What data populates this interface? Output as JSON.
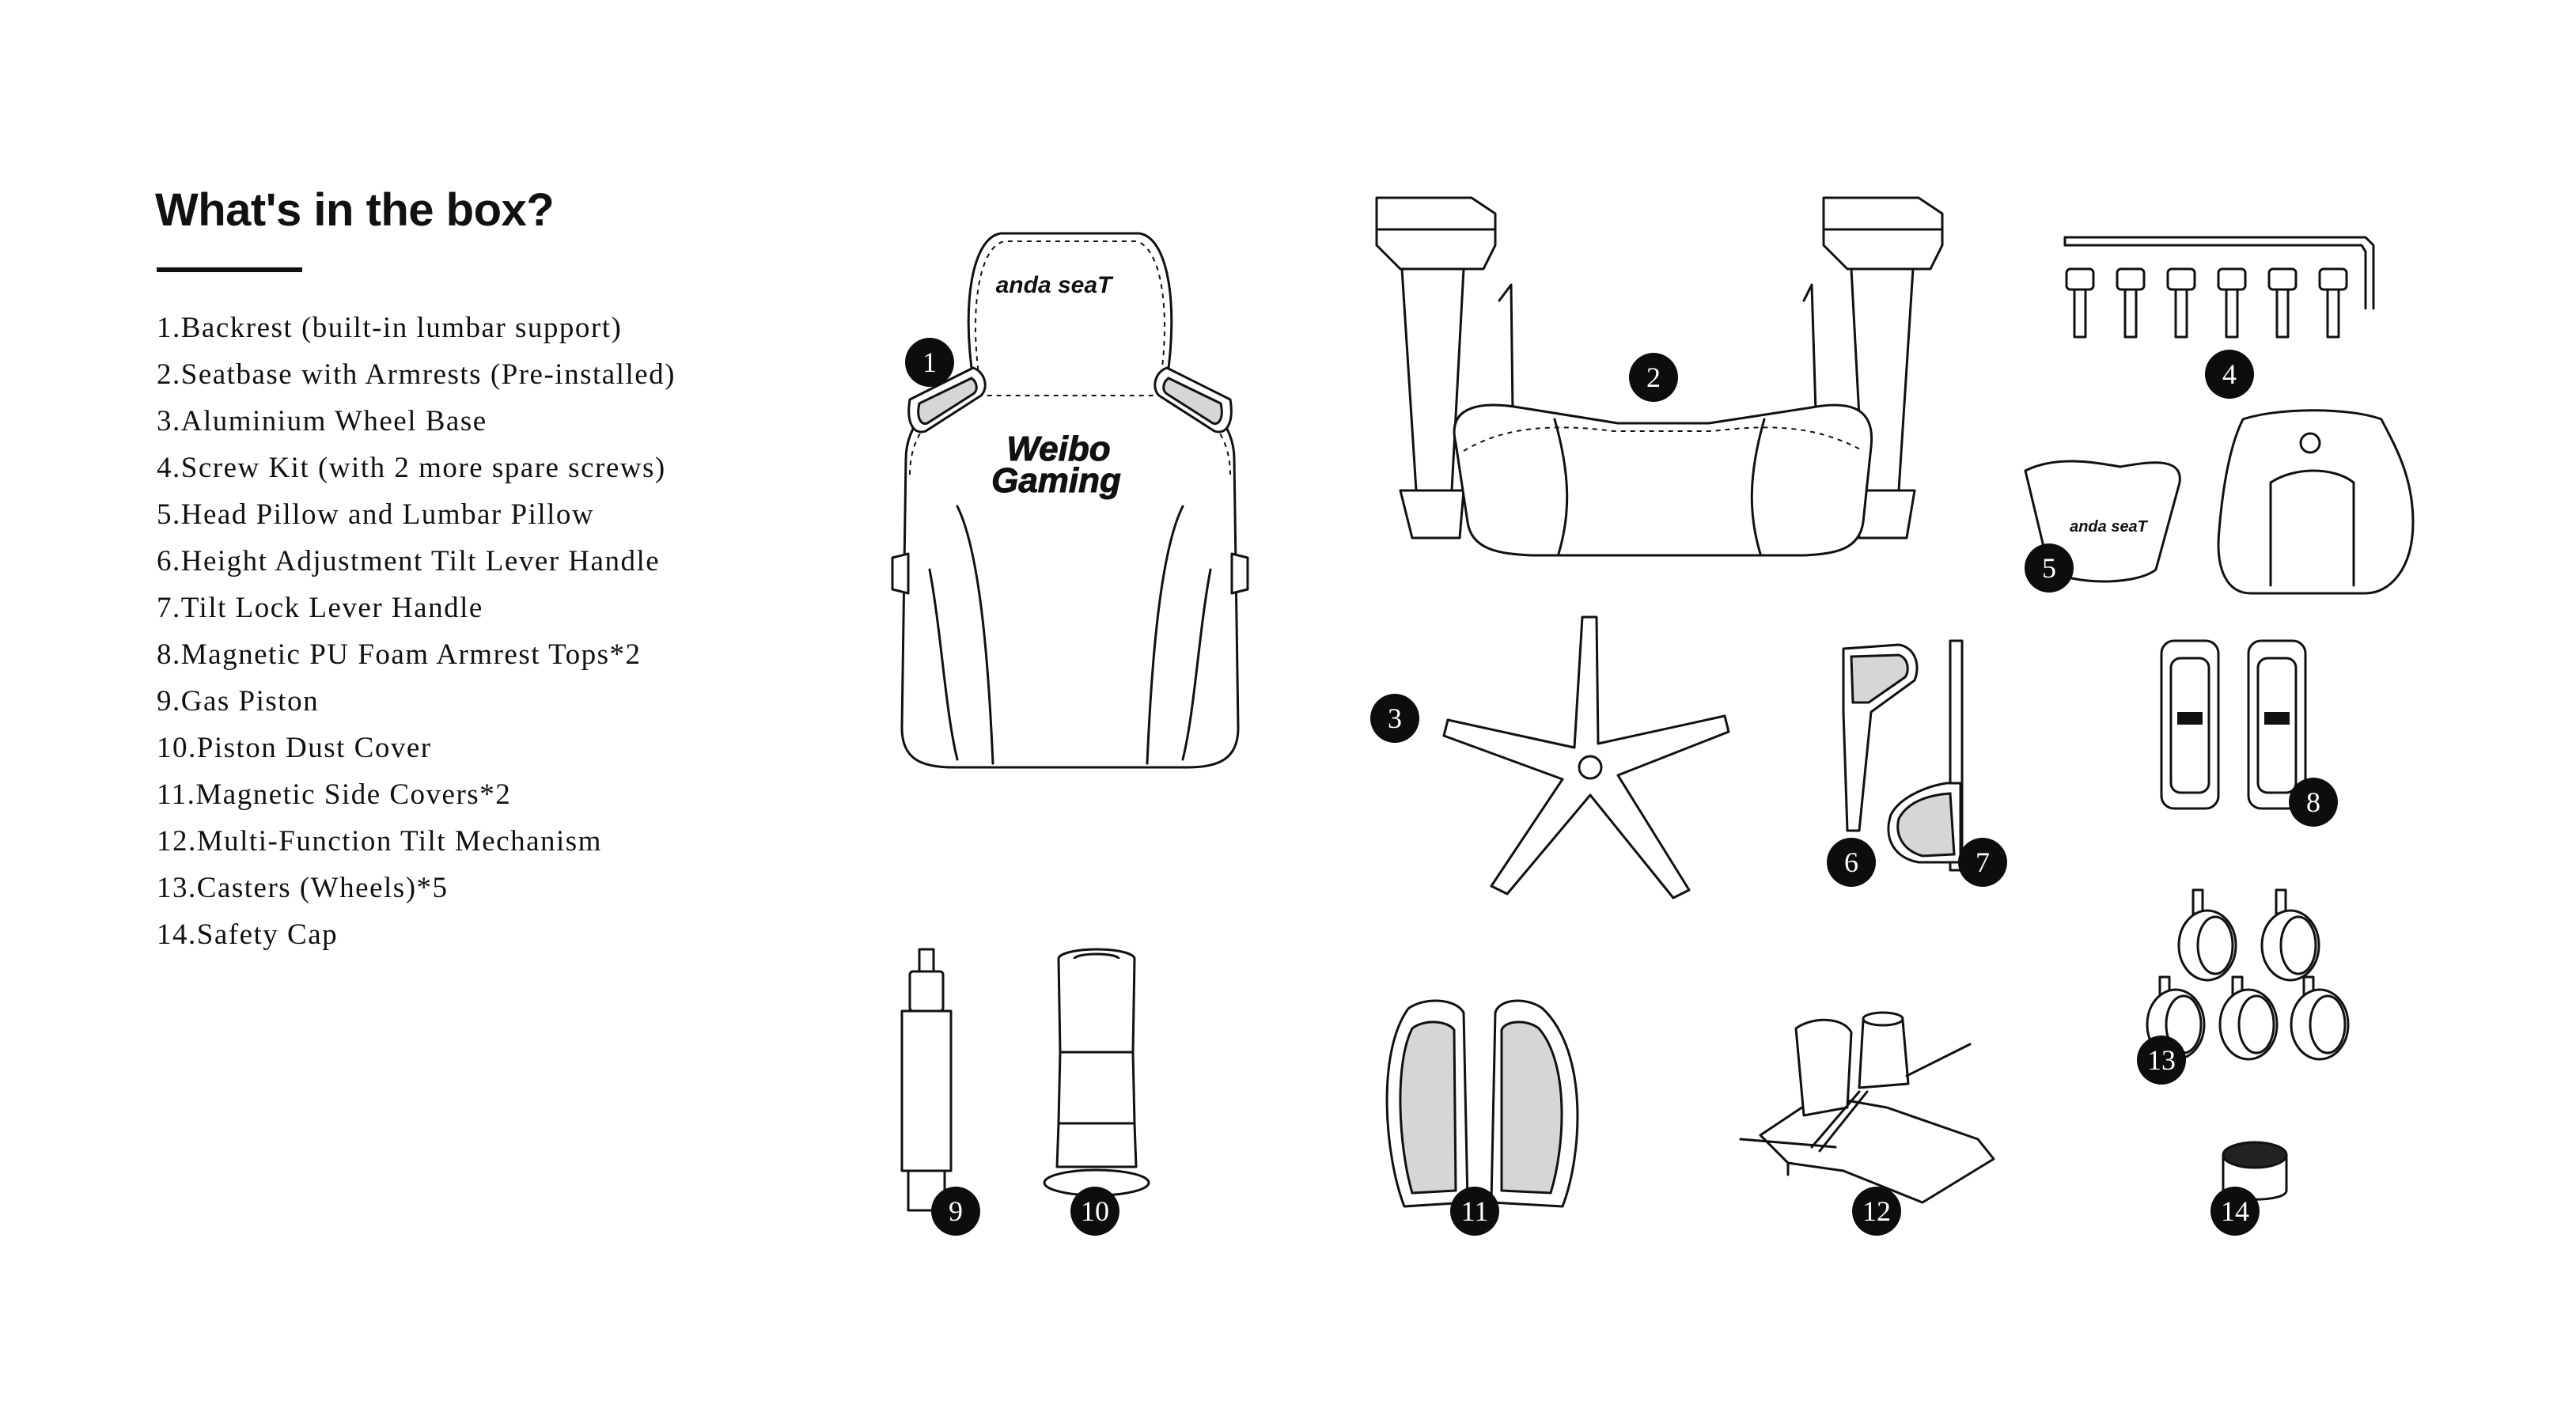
{
  "heading": "What's in the box?",
  "items": [
    "1.Backrest (built-in lumbar support)",
    "2.Seatbase with Armrests (Pre-installed)",
    "3.Aluminium Wheel Base",
    "4.Screw Kit (with 2 more spare screws)",
    "5.Head Pillow and Lumbar Pillow",
    "6.Height Adjustment Tilt Lever Handle",
    "7.Tilt Lock Lever Handle",
    "8.Magnetic PU Foam Armrest Tops*2",
    "9.Gas Piston",
    "10.Piston Dust Cover",
    "11.Magnetic Side Covers*2",
    "12.Multi-Function Tilt Mechanism",
    "13.Casters (Wheels)*5",
    "14.Safety Cap"
  ],
  "badges": [
    "1",
    "2",
    "3",
    "4",
    "5",
    "6",
    "7",
    "8",
    "9",
    "10",
    "11",
    "12",
    "13",
    "14"
  ],
  "logos": {
    "brand": "anda seaT",
    "team_line1": "Weibo",
    "team_line2": "Gaming"
  },
  "colors": {
    "ink": "#111111",
    "badge": "#0d0d0d",
    "background": "#ffffff"
  }
}
